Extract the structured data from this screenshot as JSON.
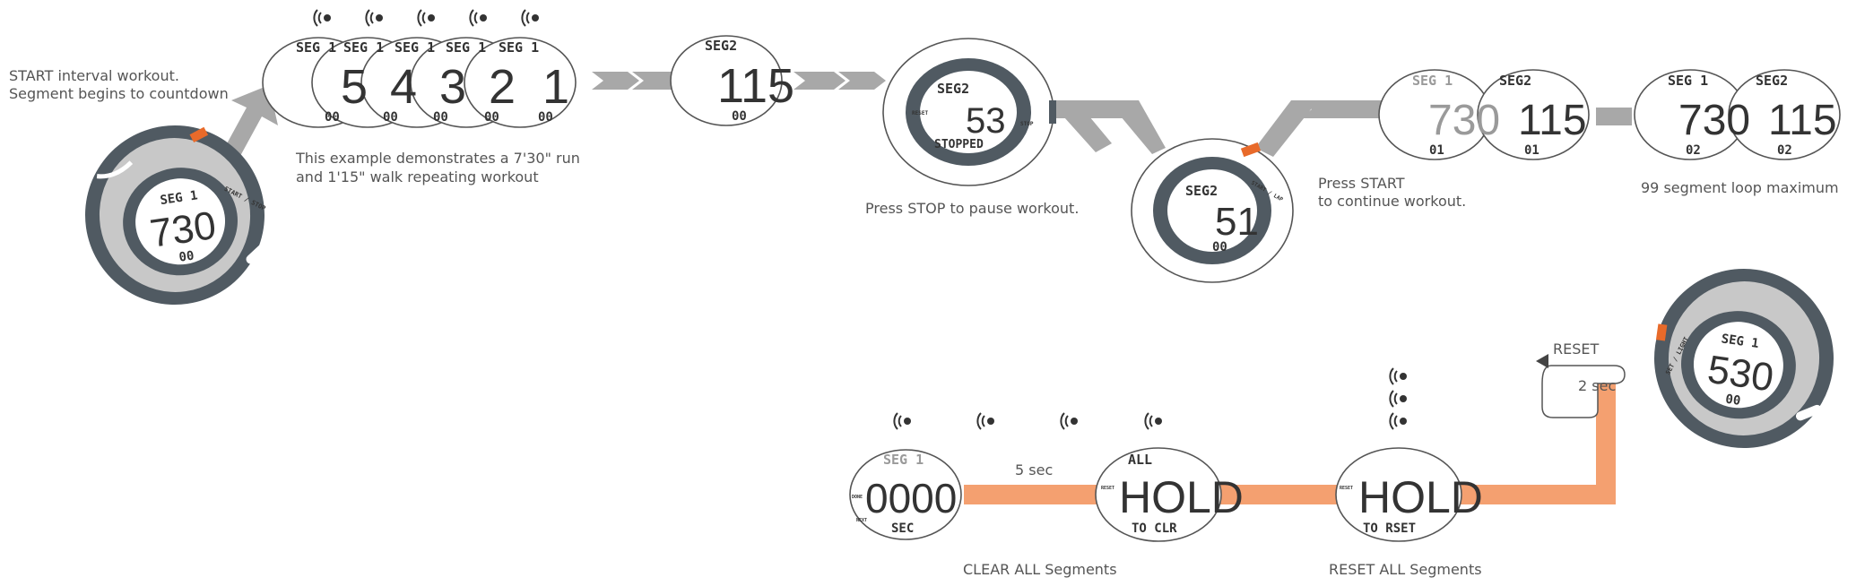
{
  "labels": {
    "start_title": "START interval workout.",
    "start_sub": "Segment begins to countdown",
    "example_line1": "This example demonstrates a 7'30\" run",
    "example_line2": "and 1'15\" walk repeating workout",
    "stop_caption": "Press STOP to pause workout.",
    "resume_line1": "Press START",
    "resume_line2": "to continue workout.",
    "loop_caption": "99 segment loop maximum",
    "clear_caption": "CLEAR ALL Segments",
    "reset_caption": "RESET ALL Segments",
    "five_sec": "5 sec",
    "two_sec": "2 sec",
    "reset_arrow": "RESET"
  },
  "watch_main": {
    "seg": "SEG 1",
    "time": "730",
    "small": "00",
    "side": "START / STOP"
  },
  "countdown": [
    {
      "seg": "SEG 1",
      "digit": "5",
      "small": "00"
    },
    {
      "seg": "SEG 1",
      "digit": "4",
      "small": "00"
    },
    {
      "seg": "SEG 1",
      "digit": "3",
      "small": "00"
    },
    {
      "seg": "SEG 1",
      "digit": "2",
      "small": "00"
    },
    {
      "seg": "SEG 1",
      "digit": "1",
      "small": "00"
    }
  ],
  "seg2_screen": {
    "seg": "SEG2",
    "time": "115",
    "small": "00"
  },
  "stopped_watch": {
    "seg": "SEG2",
    "time": "53",
    "status": "STOPPED",
    "left": "RESET",
    "right": "STOP"
  },
  "resume_watch": {
    "seg": "SEG2",
    "time": "51",
    "small": "00",
    "side": "START / LAP"
  },
  "loop_screens": [
    {
      "seg": "SEG 1",
      "time": "730",
      "small": "01",
      "faded": true
    },
    {
      "seg": "SEG2",
      "time": "115",
      "small": "01",
      "faded": false
    },
    {
      "seg": "SEG 1",
      "time": "730",
      "small": "02",
      "faded": false
    },
    {
      "seg": "SEG2",
      "time": "115",
      "small": "02",
      "faded": false
    }
  ],
  "clear_screen": {
    "seg": "SEG 1",
    "time": "0000",
    "unit": "SEC",
    "left_top": "DONE",
    "left_bottom": "NEXT"
  },
  "hold_clear_screen": {
    "top": "ALL",
    "main": "HOLD",
    "bottom": "TO CLR",
    "left": "RESET"
  },
  "hold_reset_screen": {
    "main": "HOLD",
    "bottom": "TO RSET",
    "left": "RESET"
  },
  "watch_reset": {
    "seg": "SEG 1",
    "time": "530",
    "small": "00",
    "side": "SET / LIGHT"
  },
  "colors": {
    "gray_arrow": "#a8a8a8",
    "orange_flow": "#f4a070",
    "watch_body": "#505a62",
    "watch_ring": "#c8c8c8",
    "accent_orange": "#e86a2a"
  }
}
